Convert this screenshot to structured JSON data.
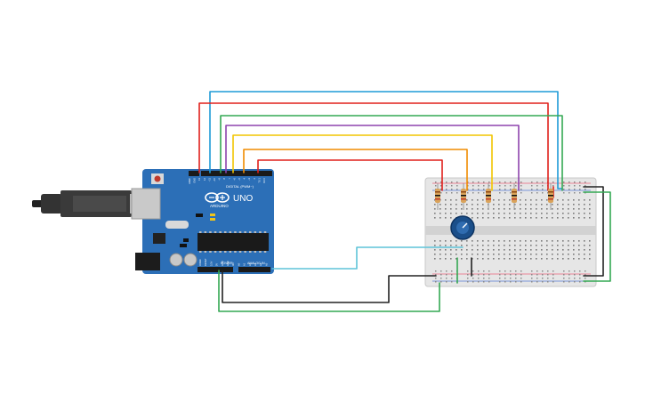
{
  "board": {
    "logo": "ARDUINO",
    "model": "UNO",
    "header_digital": "DIGITAL (PWM~)",
    "header_power": "POWER",
    "header_analog": "ANALOG IN",
    "pin_labels_top": [
      "AREF",
      "GND",
      "13",
      "12",
      "~11",
      "~10",
      "~9",
      "8",
      "7",
      "~6",
      "~5",
      "4",
      "~3",
      "2",
      "TX 1",
      "RX 0"
    ],
    "pin_labels_bottom": [
      "IOREF",
      "RESET",
      "3.3V",
      "5V",
      "GND",
      "GND",
      "Vin",
      "A0",
      "A1",
      "A2",
      "A3",
      "A4",
      "A5"
    ]
  },
  "colors": {
    "board": "#2c6fb7",
    "breadboard": "#e6e6e6",
    "wire_red": "#e0201b",
    "wire_blue": "#1f9bd7",
    "wire_green": "#34a853",
    "wire_purple": "#8e44ad",
    "wire_yellow": "#f2c500",
    "wire_orange": "#f08c00",
    "wire_black": "#222222",
    "wire_cyan": "#5fc4d8"
  },
  "icons": [
    "usb-plug-icon",
    "arduino-logo-icon",
    "potentiometer-icon",
    "resistor-icon"
  ]
}
